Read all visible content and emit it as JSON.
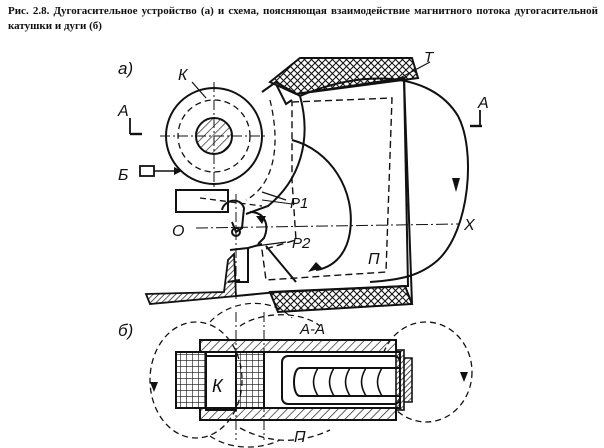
{
  "caption": "Рис. 2.8. Дугогасительное устройство (а) и схема, поясняющая взаимодействие магнитного потока дугогасительной катушки и дуги (б)",
  "labels": {
    "panel_a": "а)",
    "panel_b": "б)",
    "K": "К",
    "A_left": "А",
    "A_right": "А",
    "T": "Т",
    "B": "Б",
    "P1": "Р1",
    "P2": "Р2",
    "O": "О",
    "X": "Х",
    "P_a": "П",
    "section": "А-А",
    "K_b": "К",
    "P_b": "П"
  }
}
